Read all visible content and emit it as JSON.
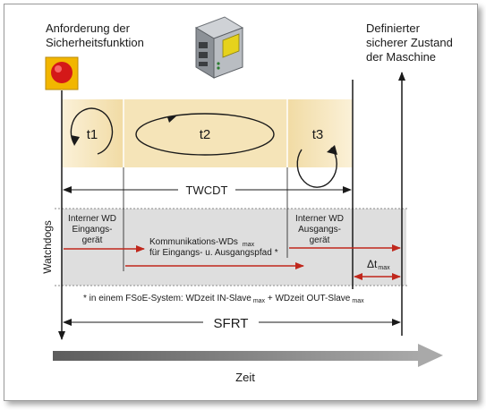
{
  "labels": {
    "request_line1": "Anforderung der",
    "request_line2": "Sicherheitsfunktion",
    "safe_line1": "Definierter",
    "safe_line2": "sicherer Zustand",
    "safe_line3": "der Maschine",
    "t1": "t1",
    "t2": "t2",
    "t3": "t3",
    "twcdt": "TWCDT",
    "watchdogs": "Watchdogs",
    "input_wd_line1": "Interner WD",
    "input_wd_line2": "Eingangs-",
    "input_wd_line3": "gerät",
    "comm_wd_line1": "Kommunikations-WDs",
    "comm_wd_max": "max",
    "comm_wd_line2": "für Eingangs- u. Ausgangspfad",
    "comm_wd_star": "*",
    "output_wd_line1": "Interner WD",
    "output_wd_line2": "Ausgangs-",
    "output_wd_line3": "gerät",
    "delta_t": "Δt",
    "delta_t_sub": "max",
    "footnote_main": "* in einem FSoE-System: WDzeit IN-Slave",
    "footnote_sub1": "max",
    "footnote_mid": " + WDzeit OUT-Slave",
    "footnote_sub2": "max",
    "sfrt": "SFRT",
    "time": "Zeit"
  },
  "colors": {
    "phase_fill": "#f5e4b8",
    "watchdog_band": "#dedede",
    "wd_arrow": "#c0271c",
    "time_arrow": "#7a7a7a",
    "button_red": "#d41818",
    "button_yellow": "#f2b600"
  },
  "icons": {
    "emergency_stop": "emergency-stop-button-icon",
    "controller": "safety-controller-device-icon"
  }
}
